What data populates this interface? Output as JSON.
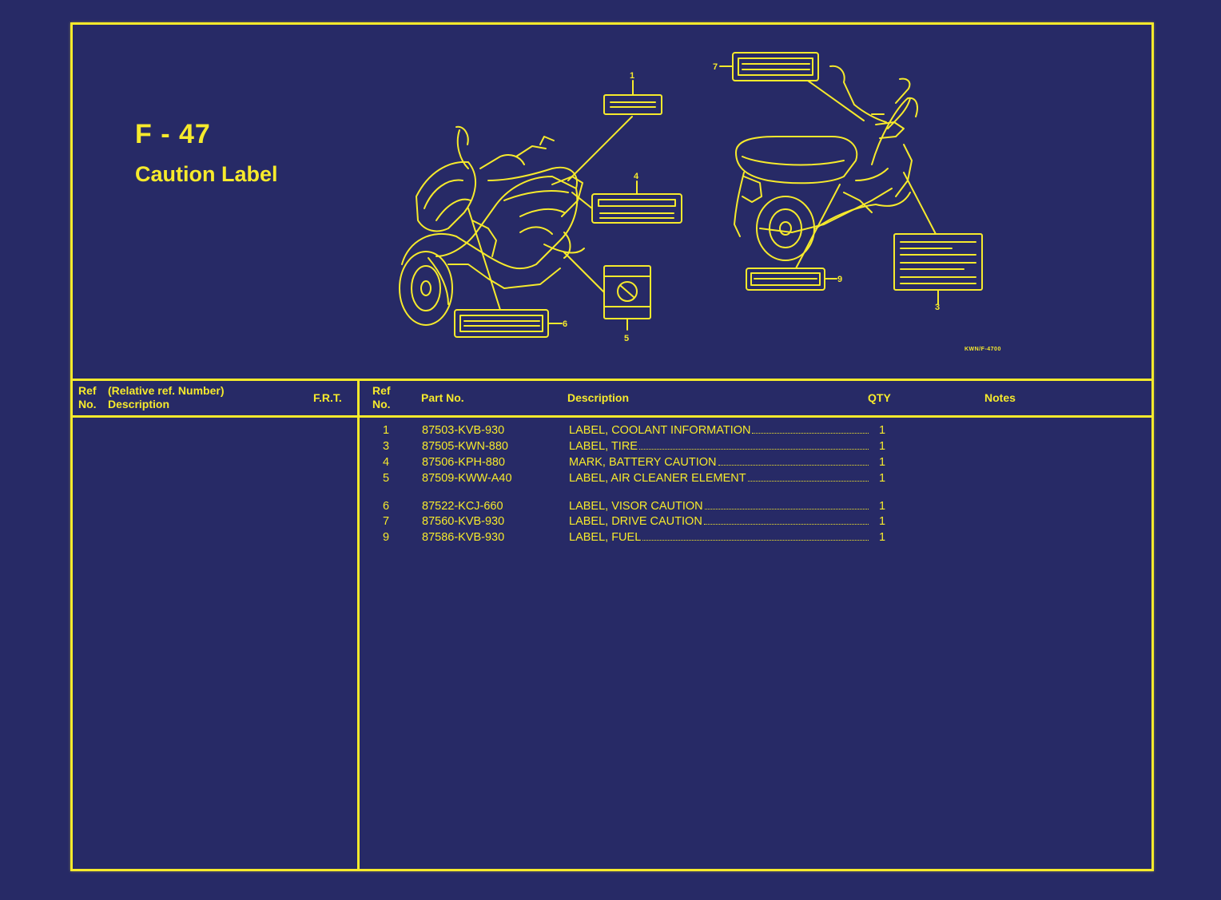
{
  "page": {
    "code": "F - 47",
    "title": "Caution Label",
    "diagram_code": "KWN/F-4700"
  },
  "diagram": {
    "callouts": [
      "1",
      "4",
      "5",
      "6",
      "7",
      "9",
      "3"
    ]
  },
  "left_header": {
    "ref_line1": "Ref",
    "ref_line2": "No.",
    "relative_line1": "(Relative ref. Number)",
    "relative_line2": "Description",
    "frt": "F.R.T."
  },
  "right_header": {
    "ref_line1": "Ref",
    "ref_line2": "No.",
    "part_no": "Part No.",
    "description": "Description",
    "qty": "QTY",
    "notes": "Notes"
  },
  "parts": [
    {
      "ref": "1",
      "part_no": "87503-KVB-930",
      "description": "LABEL, COOLANT INFORMATION",
      "qty": "1"
    },
    {
      "ref": "3",
      "part_no": "87505-KWN-880",
      "description": "LABEL, TIRE",
      "qty": "1"
    },
    {
      "ref": "4",
      "part_no": "87506-KPH-880",
      "description": "MARK, BATTERY CAUTION",
      "qty": "1"
    },
    {
      "ref": "5",
      "part_no": "87509-KWW-A40",
      "description": "LABEL, AIR CLEANER ELEMENT",
      "qty": "1"
    },
    {
      "ref": "6",
      "part_no": "87522-KCJ-660",
      "description": "LABEL, VISOR CAUTION",
      "qty": "1"
    },
    {
      "ref": "7",
      "part_no": "87560-KVB-930",
      "description": "LABEL, DRIVE CAUTION",
      "qty": "1"
    },
    {
      "ref": "9",
      "part_no": "87586-KVB-930",
      "description": "LABEL, FUEL",
      "qty": "1"
    }
  ]
}
